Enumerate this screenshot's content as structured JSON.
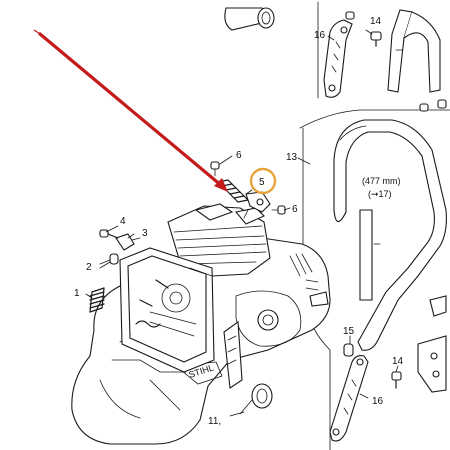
{
  "colors": {
    "pointer_arrow": "#c41a1a",
    "highlight_ring": "#e8a33a",
    "line_art": "#1a1a1a",
    "background": "#ffffff"
  },
  "callouts": {
    "c1": "1",
    "c2": "2",
    "c3": "3",
    "c4": "4",
    "c5": "5",
    "c6a": "6",
    "c6b": "6",
    "c11": "11,",
    "c13": "13",
    "c14a": "14",
    "c14b": "14",
    "c15": "15",
    "c16a": "16",
    "c16b": "16"
  },
  "annotation": {
    "measure": "(477 mm)",
    "reference": "(➞17)"
  },
  "highlighted_part": "5"
}
